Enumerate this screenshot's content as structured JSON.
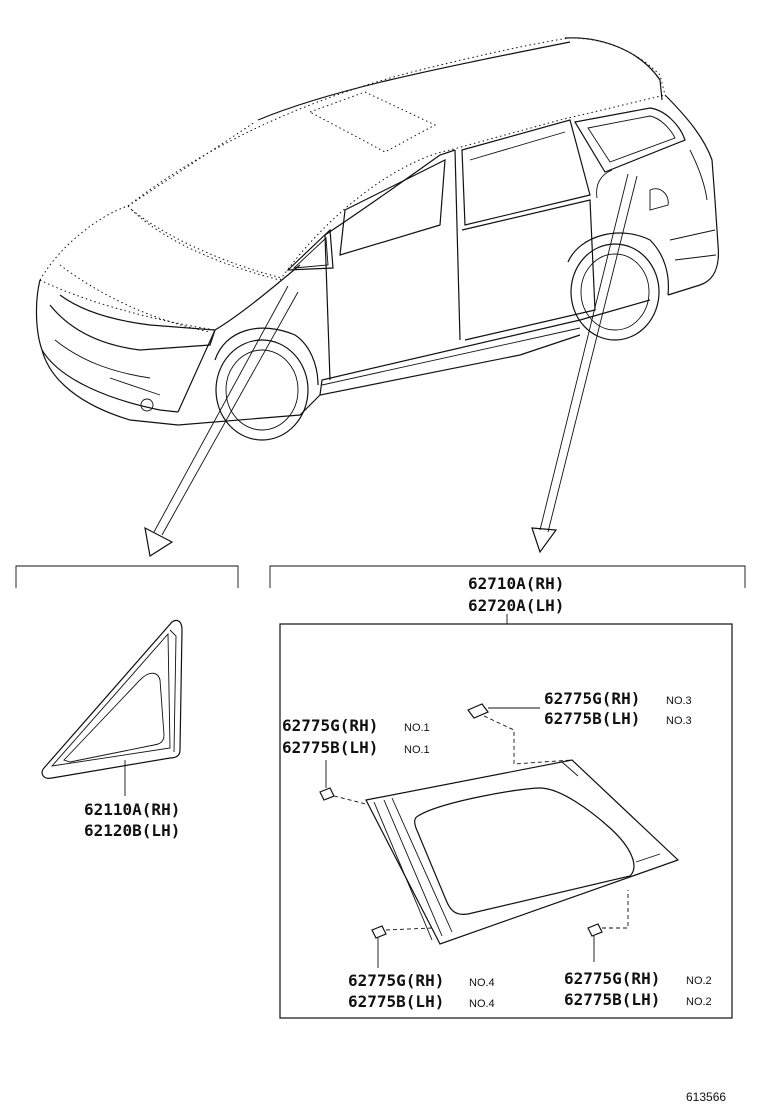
{
  "callouts": {
    "quarter_window": [
      "62110A(RH)",
      "62120B(LH)"
    ],
    "quarter_glass": [
      "62710A(RH)",
      "62720A(LH)"
    ],
    "clip_no1": {
      "parts": [
        "62775G(RH)",
        "62775B(LH)"
      ],
      "position": "NO.1"
    },
    "clip_no2": {
      "parts": [
        "62775G(RH)",
        "62775B(LH)"
      ],
      "position": "NO.2"
    },
    "clip_no3": {
      "parts": [
        "62775G(RH)",
        "62775B(LH)"
      ],
      "position": "NO.3"
    },
    "clip_no4": {
      "parts": [
        "62775G(RH)",
        "62775B(LH)"
      ],
      "position": "NO.4"
    }
  },
  "illustration_number": "613566"
}
